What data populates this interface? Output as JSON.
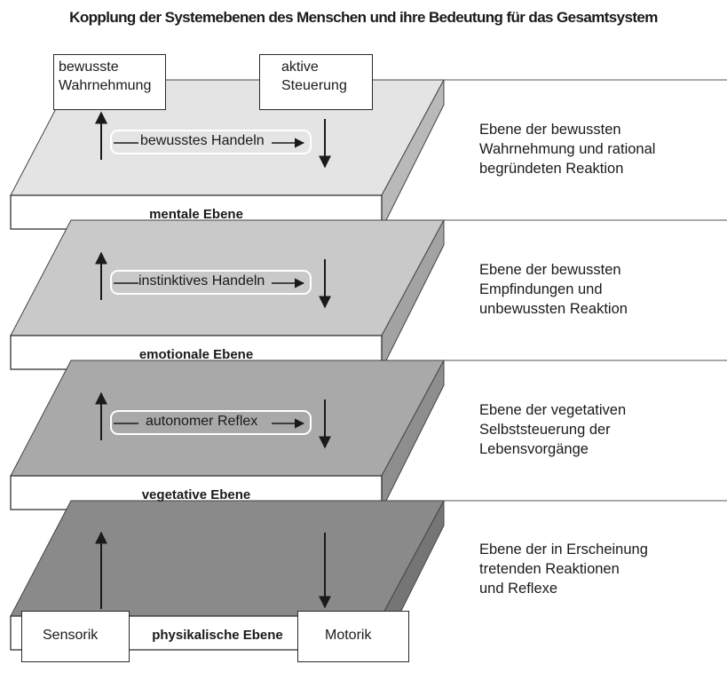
{
  "title": "Kopplung der Systemebenen des Menschen und ihre Bedeutung für das Gesamtsystem",
  "top_boxes": {
    "perception": [
      "bewusste",
      "Wahrnehmung"
    ],
    "control": [
      "aktive",
      "Steuerung"
    ]
  },
  "layers": [
    {
      "label": "mentale Ebene",
      "action": "bewusstes Handeln",
      "description": [
        "Ebene der bewussten",
        "Wahrnehmung und rational",
        "begründeten Reaktion"
      ],
      "top_color": "#e4e4e4",
      "side_color": "#b9b9b9"
    },
    {
      "label": "emotionale Ebene",
      "action": "instinktives Handeln",
      "description": [
        "Ebene der bewussten",
        "Empfindungen und",
        "unbewussten Reaktion"
      ],
      "top_color": "#c9c9c9",
      "side_color": "#a3a3a3"
    },
    {
      "label": "vegetative Ebene",
      "action": "autonomer Reflex",
      "description": [
        "Ebene der vegetativen",
        "Selbststeuerung der",
        "Lebensvorgänge"
      ],
      "top_color": "#a9a9a9",
      "side_color": "#8e8e8e"
    },
    {
      "label": "physikalische Ebene",
      "description": [
        "Ebene der in Erscheinung",
        "tretenden Reaktionen",
        "und Reflexe"
      ],
      "top_color": "#8a8a8a",
      "side_color": "#757575"
    }
  ],
  "bottom_boxes": {
    "sensory": "Sensorik",
    "motor": "Motorik"
  }
}
